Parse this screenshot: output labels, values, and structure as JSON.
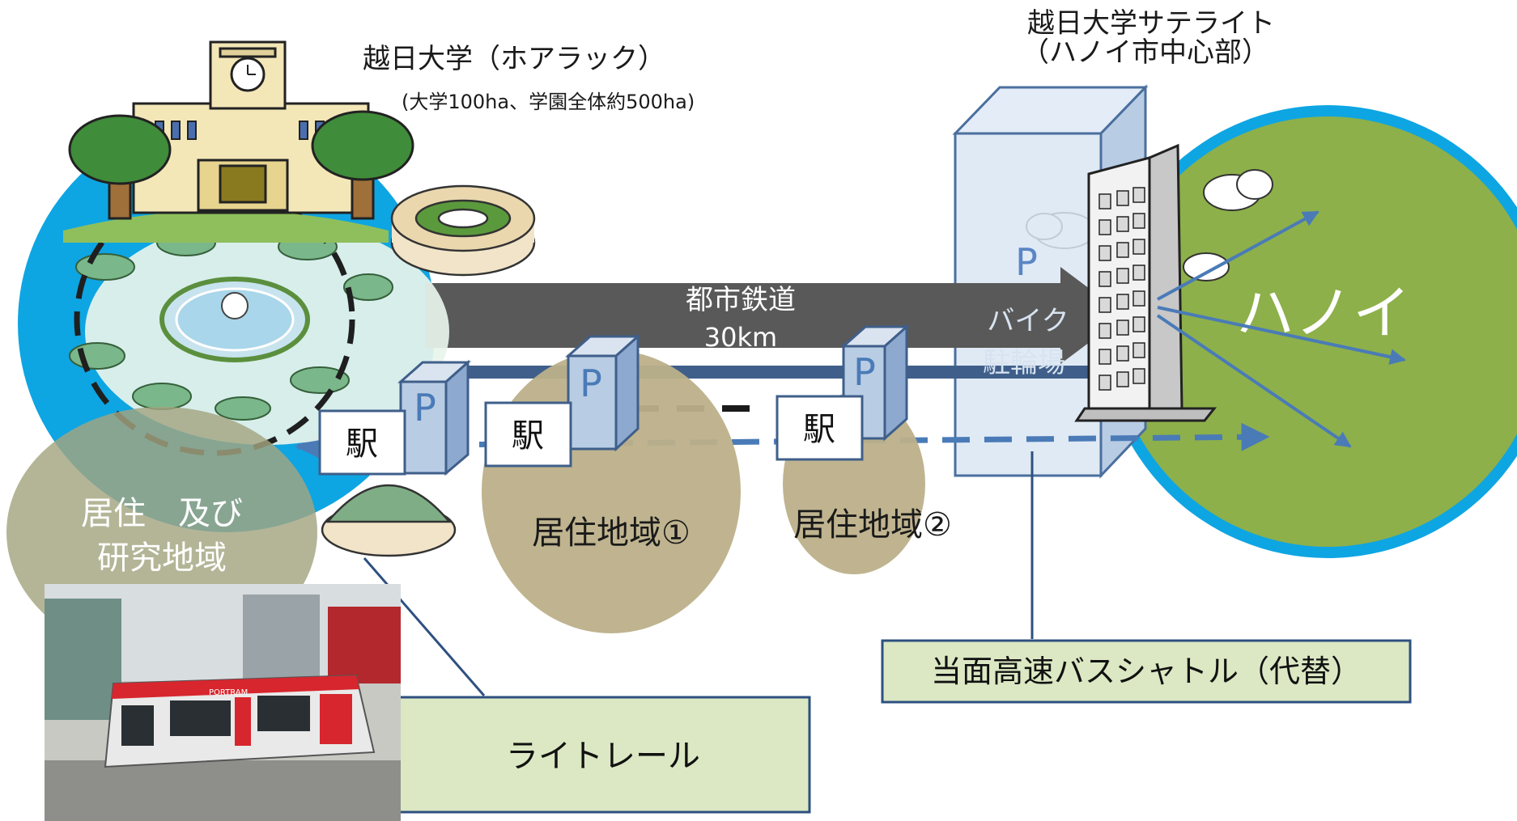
{
  "university": {
    "title": "越日大学（ホアラック）",
    "subtitle": "(大学100ha、学園全体約500ha)"
  },
  "satellite": {
    "title_line1": "越日大学サテライト",
    "title_line2": "（ハノイ市中心部）"
  },
  "railway": {
    "label": "都市鉄道",
    "distance": "30km"
  },
  "parking_symbol": "P",
  "station_label": "駅",
  "bike_parking": {
    "line1": "バイク",
    "line2": "駐輪場"
  },
  "city": {
    "name": "ハノイ"
  },
  "zones": {
    "residence_research_line1": "居住　及び",
    "residence_research_line2": "研究地域",
    "residential1": "居住地域①",
    "residential2": "居住地域②"
  },
  "callouts": {
    "light_rail": "ライトレール",
    "bus_shuttle": "当面高速バスシャトル（代替）"
  },
  "photo": {
    "tram_brand": "PORTRAM"
  },
  "colors": {
    "sky_blue": "#0ea5e3",
    "hanoi_green": "#8db04a",
    "railway_band": "#5a5a5a",
    "zone_tan": "#bcb089",
    "route_blue": "#4a7bb7",
    "callout_fill": "#dbe8c3",
    "callout_border": "#2e5080"
  }
}
